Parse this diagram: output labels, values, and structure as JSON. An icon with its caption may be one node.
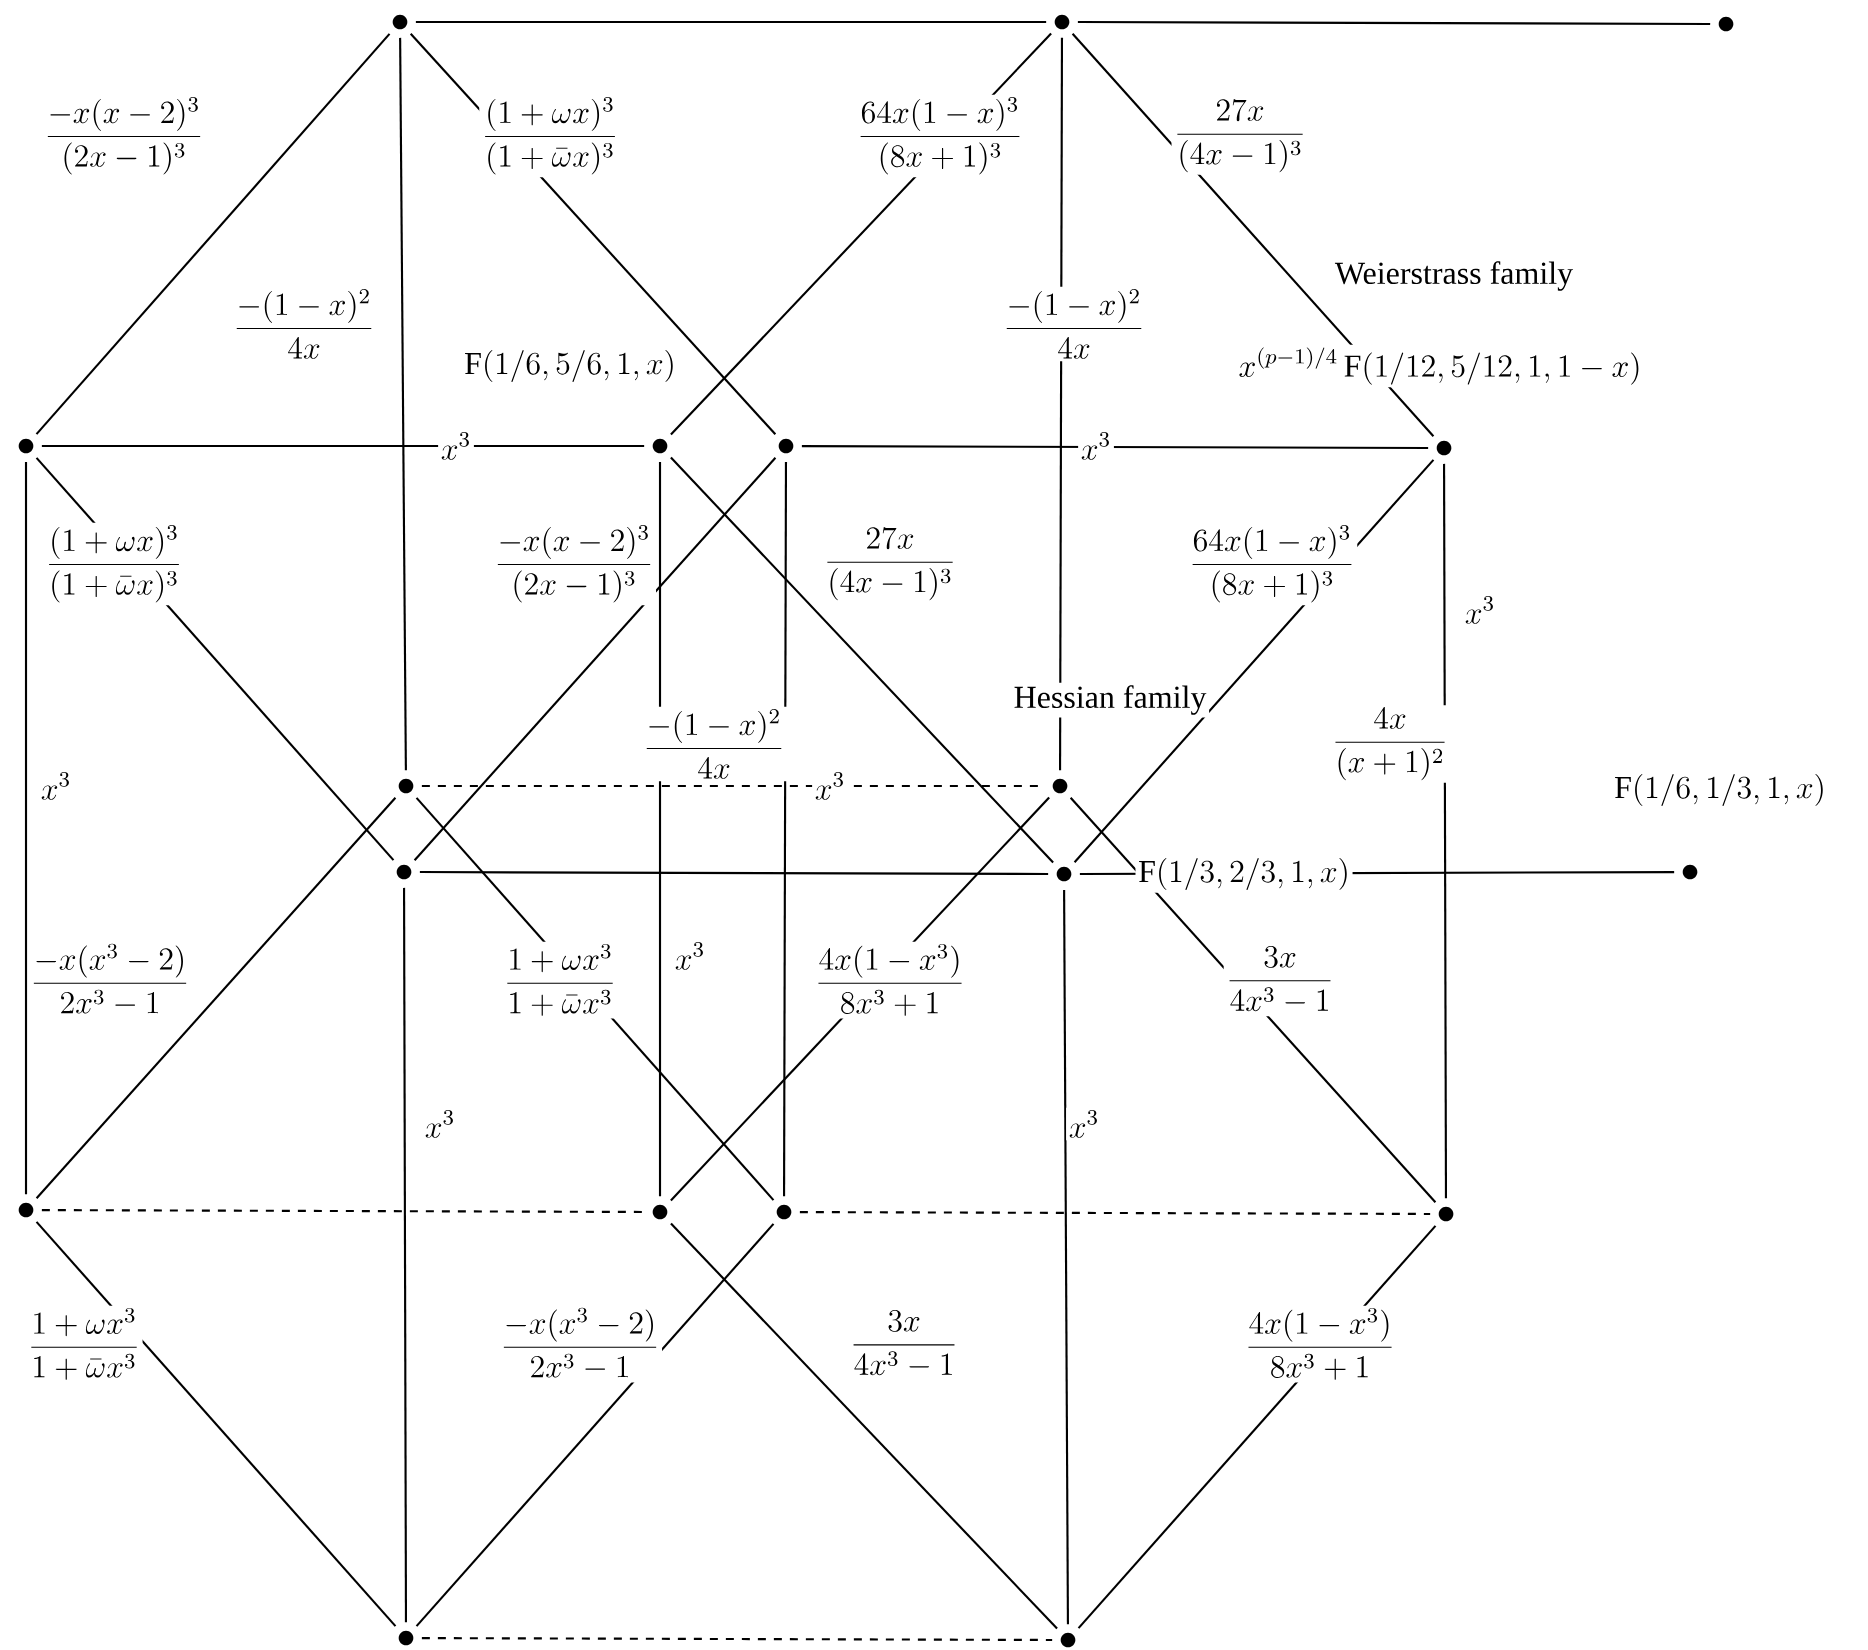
{
  "diagram": {
    "nodes": [
      {
        "text": [],
        "shape": "circle"
      },
      {
        "text": [],
        "shape": "circle"
      },
      {
        "text": [],
        "shape": "circle"
      },
      {
        "text": [],
        "shape": "circle"
      },
      {
        "text": [],
        "shape": "circle"
      },
      {
        "text": [],
        "shape": "circle"
      },
      {
        "text": [],
        "shape": "circle"
      },
      {
        "text": [],
        "shape": "circle"
      },
      {
        "text": [],
        "shape": "circle"
      },
      {
        "text": [],
        "shape": "circle"
      },
      {
        "text": [],
        "shape": "circle"
      },
      {
        "text": [],
        "shape": "circle"
      },
      {
        "text": [],
        "shape": "circle"
      },
      {
        "text": [],
        "shape": "circle"
      },
      {
        "text": [],
        "shape": "circle"
      },
      {
        "text": [],
        "shape": "circle"
      },
      {
        "text": [],
        "shape": "circle"
      },
      {
        "text": [],
        "shape": "circle"
      }
    ],
    "edges": [
      {
        "from": 0,
        "to": 1,
        "arrow": "none"
      },
      {
        "from": 1,
        "to": 2,
        "arrow": "none"
      },
      {
        "from": 0,
        "to": 3,
        "arrow": "none"
      },
      {
        "from": 0,
        "to": 5,
        "arrow": "none"
      },
      {
        "from": 0,
        "to": 7,
        "arrow": "none"
      },
      {
        "from": 1,
        "to": 4,
        "arrow": "none"
      },
      {
        "from": 1,
        "to": 6,
        "arrow": "none"
      },
      {
        "from": 1,
        "to": 8,
        "arrow": "none"
      },
      {
        "from": 3,
        "to": 4,
        "arrow": "none"
      },
      {
        "from": 5,
        "to": 6,
        "arrow": "none"
      },
      {
        "from": 7,
        "to": 8,
        "arrow": "none",
        "style": "dashed"
      },
      {
        "from": 3,
        "to": 9,
        "arrow": "none"
      },
      {
        "from": 5,
        "to": 9,
        "arrow": "none"
      },
      {
        "from": 4,
        "to": 10,
        "arrow": "none"
      },
      {
        "from": 6,
        "to": 10,
        "arrow": "none"
      },
      {
        "from": 3,
        "to": 12,
        "arrow": "none"
      },
      {
        "from": 4,
        "to": 13,
        "arrow": "none"
      },
      {
        "from": 5,
        "to": 14,
        "arrow": "none"
      },
      {
        "from": 6,
        "to": 15,
        "arrow": "none"
      },
      {
        "from": 7,
        "to": 12,
        "arrow": "none"
      },
      {
        "from": 7,
        "to": 14,
        "arrow": "none"
      },
      {
        "from": 8,
        "to": 13,
        "arrow": "none"
      },
      {
        "from": 8,
        "to": 15,
        "arrow": "none"
      },
      {
        "from": 9,
        "to": 10,
        "arrow": "none"
      },
      {
        "from": 10,
        "to": 11,
        "arrow": "none"
      },
      {
        "from": 9,
        "to": 16,
        "arrow": "none"
      },
      {
        "from": 10,
        "to": 17,
        "arrow": "none"
      },
      {
        "from": 12,
        "to": 13,
        "arrow": "none",
        "style": "dashed"
      },
      {
        "from": 14,
        "to": 15,
        "arrow": "none",
        "style": "dashed"
      },
      {
        "from": 12,
        "to": 16,
        "arrow": "none"
      },
      {
        "from": 14,
        "to": 16,
        "arrow": "none"
      },
      {
        "from": 13,
        "to": 17,
        "arrow": "none"
      },
      {
        "from": 15,
        "to": 17,
        "arrow": "none"
      },
      {
        "from": 16,
        "to": 17,
        "arrow": "none",
        "style": "dashed"
      }
    ],
    "labels": [
      "\\frac{-x(x-2)^{3}}{(2x-1)^{3}}",
      "\\frac{(1+\\omega x)^{3}}{(1+\\bar{\\omega}x)^{3}}",
      "\\frac{64x(1-x)^{3}}{(8x+1)^{3}}",
      "\\frac{27x}{(4x-1)^{3}}",
      "\\frac{-(1-x)^{2}}{4x}",
      "\\frac{-(1-x)^{2}}{4x}",
      "Weierstrass family",
      "\\mathrm{F}(1/6,5/6,1,x)",
      "x^{(p-1)/4}\\,\\mathrm{F}(1/12,5/12,1,1-x)",
      "x^{3}",
      "x^{3}",
      "\\frac{(1+\\omega x)^{3}}{(1+\\bar{\\omega}x)^{3}}",
      "\\frac{-x(x-2)^{3}}{(2x-1)^{3}}",
      "\\frac{27x}{(4x-1)^{3}}",
      "\\frac{64x(1-x)^{3}}{(8x+1)^{3}}",
      "x^{3}",
      "\\frac{-(1-x)^{2}}{4x}",
      "Hessian family",
      "\\frac{4x}{(x+1)^{2}}",
      "x^{3}",
      "x^{3}",
      "\\mathrm{F}(1/6,1/3,1,x)",
      "\\mathrm{F}(1/3,2/3,1,x)",
      "\\frac{-x(x^{3}-2)}{2x^{3}-1}",
      "\\frac{1+\\omega x^{3}}{1+\\bar{\\omega}x^{3}}",
      "x^{3}",
      "\\frac{4x(1-x^{3})}{8x^{3}+1}",
      "\\frac{3x}{4x^{3}-1}",
      "x^{3}",
      "x^{3}",
      "\\frac{1+\\omega x^{3}}{1+\\bar{\\omega}x^{3}}",
      "\\frac{-x(x^{3}-2)}{2x^{3}-1}",
      "\\frac{3x}{4x^{3}-1}",
      "\\frac{4x(1-x^{3})}{8x^{3}+1}"
    ]
  }
}
